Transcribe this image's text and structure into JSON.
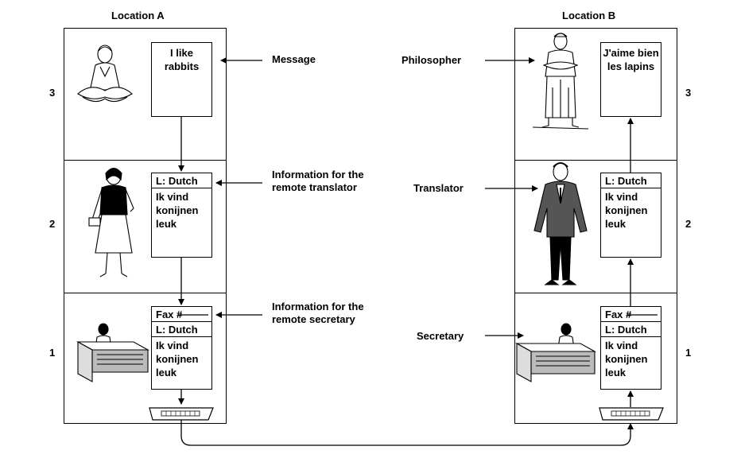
{
  "location_a": {
    "title": "Location A",
    "layer3_doc": "I like rabbits",
    "layer2_doc_header": "L: Dutch",
    "layer2_doc_body": "Ik vind konijnen leuk",
    "layer1_doc_fax": "Fax #",
    "layer1_doc_header": "L: Dutch",
    "layer1_doc_body": "Ik vind konijnen leuk"
  },
  "location_b": {
    "title": "Location B",
    "layer3_doc": "J'aime bien les lapins",
    "layer2_doc_header": "L: Dutch",
    "layer2_doc_body": "Ik vind konijnen leuk",
    "layer1_doc_fax": "Fax #",
    "layer1_doc_header": "L: Dutch",
    "layer1_doc_body": "Ik vind konijnen leuk"
  },
  "layer_numbers": {
    "l3": "3",
    "l2": "2",
    "l1": "1"
  },
  "labels": {
    "message": "Message",
    "info_translator": "Information for the remote translator",
    "info_secretary": "Information for the remote secretary",
    "philosopher": "Philosopher",
    "translator": "Translator",
    "secretary": "Secretary"
  },
  "icons": [
    "philosopher-sitting-icon",
    "philosopher-standing-icon",
    "woman-translator-icon",
    "man-translator-icon",
    "secretary-at-desk-icon",
    "fax-machine-icon"
  ]
}
